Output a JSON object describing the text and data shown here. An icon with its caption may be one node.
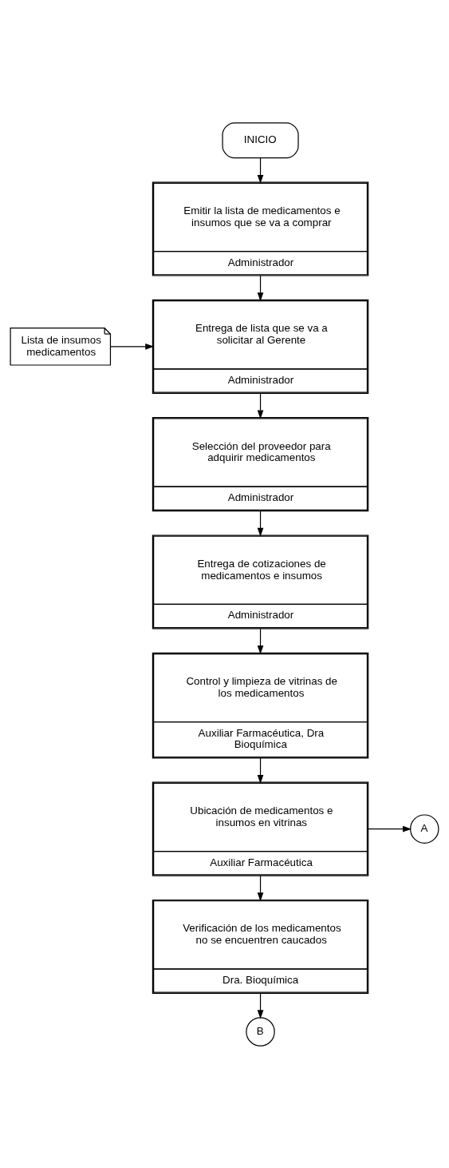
{
  "diagram": {
    "nodes": [
      {
        "text": [
          "INICIO"
        ]
      },
      {
        "text": [
          "Emitir la lista de medicamentos e insumos que se va a comprar",
          "Administrador"
        ]
      },
      {
        "text": [
          "Lista de insumos medicamentos"
        ]
      },
      {
        "text": [
          "Entrega de lista que se va a solicitar al Gerente",
          "Administrador"
        ]
      },
      {
        "text": [
          "Selección del proveedor para adquirir medicamentos",
          "Administrador"
        ]
      },
      {
        "text": [
          "Entrega de cotizaciones de medicamentos e insumos",
          "Administrador"
        ]
      },
      {
        "text": [
          "Control y limpieza de vitrinas de los medicamentos",
          "Auxiliar Farmacéutica, Dra Bioquímica"
        ]
      },
      {
        "text": [
          "Ubicación de medicamentos e insumos en vitrinas",
          "Auxiliar Farmacéutica"
        ]
      },
      {
        "text": [
          "A"
        ]
      },
      {
        "text": [
          "Verificación de los medicamentos no se encuentren caucados",
          "Dra. Bioquímica"
        ]
      },
      {
        "text": [
          "B"
        ]
      }
    ],
    "edges": [
      {
        "from": 0,
        "to": 1,
        "arrow": "to"
      },
      {
        "from": 1,
        "to": 3,
        "arrow": "to"
      },
      {
        "from": 2,
        "to": 3,
        "arrow": "to"
      },
      {
        "from": 3,
        "to": 4,
        "arrow": "to"
      },
      {
        "from": 4,
        "to": 5,
        "arrow": "to"
      },
      {
        "from": 5,
        "to": 6,
        "arrow": "to"
      },
      {
        "from": 6,
        "to": 7,
        "arrow": "to"
      },
      {
        "from": 7,
        "to": 8,
        "arrow": "to"
      },
      {
        "from": 7,
        "to": 9,
        "arrow": "to"
      },
      {
        "from": 9,
        "to": 10,
        "arrow": "to"
      }
    ]
  }
}
